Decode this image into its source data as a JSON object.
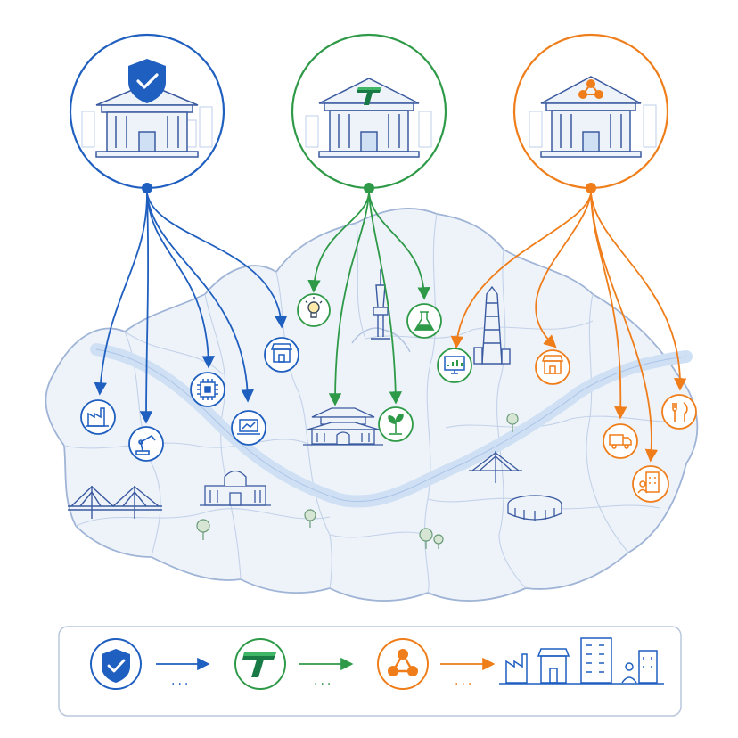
{
  "colors": {
    "blue": "#1f5fbf",
    "green": "#2e9a48",
    "orange": "#ef7d1a",
    "map_fill": "#eef3fa",
    "map_stroke": "#9fb4d6",
    "river": "#cfe0f4"
  },
  "institutions": [
    {
      "id": "inst-blue",
      "emblem": "shield-check-icon",
      "color": "blue"
    },
    {
      "id": "inst-green",
      "emblem": "t-logo-icon",
      "color": "green"
    },
    {
      "id": "inst-orange",
      "emblem": "network-nodes-icon",
      "color": "orange"
    }
  ],
  "map_nodes": {
    "blue": [
      "factory-icon",
      "robot-arm-icon",
      "microchip-icon",
      "laptop-chart-icon",
      "storefront-icon"
    ],
    "green": [
      "lightbulb-icon",
      "beaker-icon",
      "monitor-chart-icon",
      "sprout-icon"
    ],
    "orange": [
      "shop-awning-icon",
      "utensils-icon",
      "delivery-truck-icon",
      "people-building-icon"
    ]
  },
  "landmarks": [
    "tower-icon",
    "skyscraper-icon",
    "palace-gate-icon",
    "bridge-icon",
    "capitol-building-icon",
    "cable-bridge-icon",
    "stadium-icon",
    "tree-icon"
  ],
  "legend": {
    "steps": [
      "shield-check-icon",
      "t-logo-icon",
      "network-nodes-icon",
      "city-businesses-icon"
    ],
    "dots": "..."
  }
}
